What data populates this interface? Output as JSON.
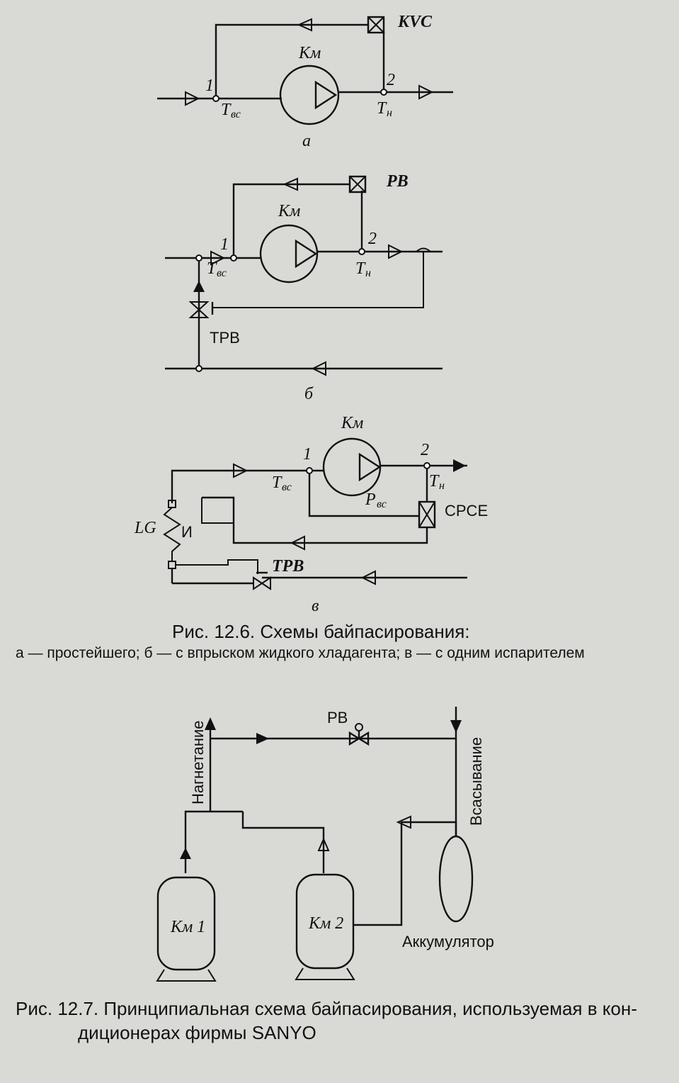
{
  "schemes": {
    "a": {
      "letter": "а",
      "valve_label": "KVC",
      "compressor_label": "Км",
      "node_1": "1",
      "node_2": "2",
      "t_suction": "T",
      "t_suction_sub": "вс",
      "t_discharge": "T",
      "t_discharge_sub": "н"
    },
    "b": {
      "letter": "б",
      "valve_label": "РВ",
      "compressor_label": "Км",
      "node_1": "1",
      "node_2": "2",
      "t_suction": "T",
      "t_suction_sub": "вс",
      "t_discharge": "T",
      "t_discharge_sub": "н",
      "expansion_valve": "ТРВ"
    },
    "v": {
      "letter": "в",
      "compressor_label": "Км",
      "node_1": "1",
      "node_2": "2",
      "t_suction": "T",
      "t_suction_sub": "вс",
      "t_discharge": "T",
      "t_discharge_sub": "н",
      "p_suction": "P",
      "p_suction_sub": "вс",
      "valve_label": "CPCE",
      "expansion_valve": "ТРВ",
      "heat_exchanger": "LG",
      "evaporator": "И"
    }
  },
  "caption_fig6": {
    "title": "Рис. 12.6. Схемы байпасирования:",
    "legend": "а — простейшего; б — с впрыском жидкого хладагента; в — с одним испарителем"
  },
  "fig7": {
    "valve_label": "РВ",
    "discharge": "Нагнетание",
    "suction": "Всасывание",
    "compressor_1": "Км 1",
    "compressor_2": "Км 2",
    "accumulator": "Аккумулятор"
  },
  "caption_fig7": {
    "line1": "Рис. 12.7. Принципиальная схема байпасирования, используемая в кон-",
    "line2": "диционерах фирмы SANYO"
  }
}
